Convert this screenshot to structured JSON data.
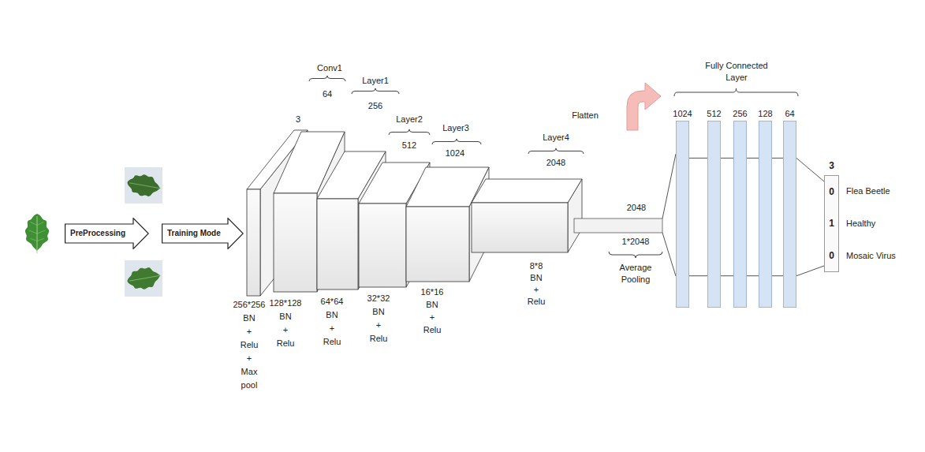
{
  "diagram": {
    "nodes": [
      {
        "text": [
          "PreProcessing"
        ]
      },
      {
        "text": [
          "Training Mode"
        ]
      },
      {
        "text": [
          "1024"
        ]
      },
      {
        "text": [
          "512"
        ]
      },
      {
        "text": [
          "256"
        ]
      },
      {
        "text": [
          "128"
        ]
      },
      {
        "text": [
          "64"
        ]
      },
      {
        "text": [
          "3",
          "0",
          "1",
          "0"
        ]
      }
    ],
    "edges": [
      {
        "from": 2,
        "to": 3,
        "arrow": "none"
      },
      {
        "from": 3,
        "to": 4,
        "arrow": "none"
      },
      {
        "from": 4,
        "to": 5,
        "arrow": "none"
      },
      {
        "from": 5,
        "to": 6,
        "arrow": "none"
      },
      {
        "from": 6,
        "to": 7,
        "arrow": "none"
      }
    ],
    "labels": [
      "Conv1",
      "3",
      "64",
      "Layer1",
      "256",
      "Layer2",
      "512",
      "Layer3",
      "1024",
      "Layer4",
      "2048",
      "256*256 BN + Relu + Max pool",
      "128*128 BN + Relu",
      "64*64 BN + Relu",
      "32*32 BN + Relu",
      "16*16 BN + Relu",
      "8*8 BN + Relu",
      "Flatten",
      "2048",
      "1*2048",
      "Average Pooling",
      "Fully Connected Layer",
      "Flea Beetle",
      "Healthy",
      "Mosaic Virus"
    ]
  }
}
